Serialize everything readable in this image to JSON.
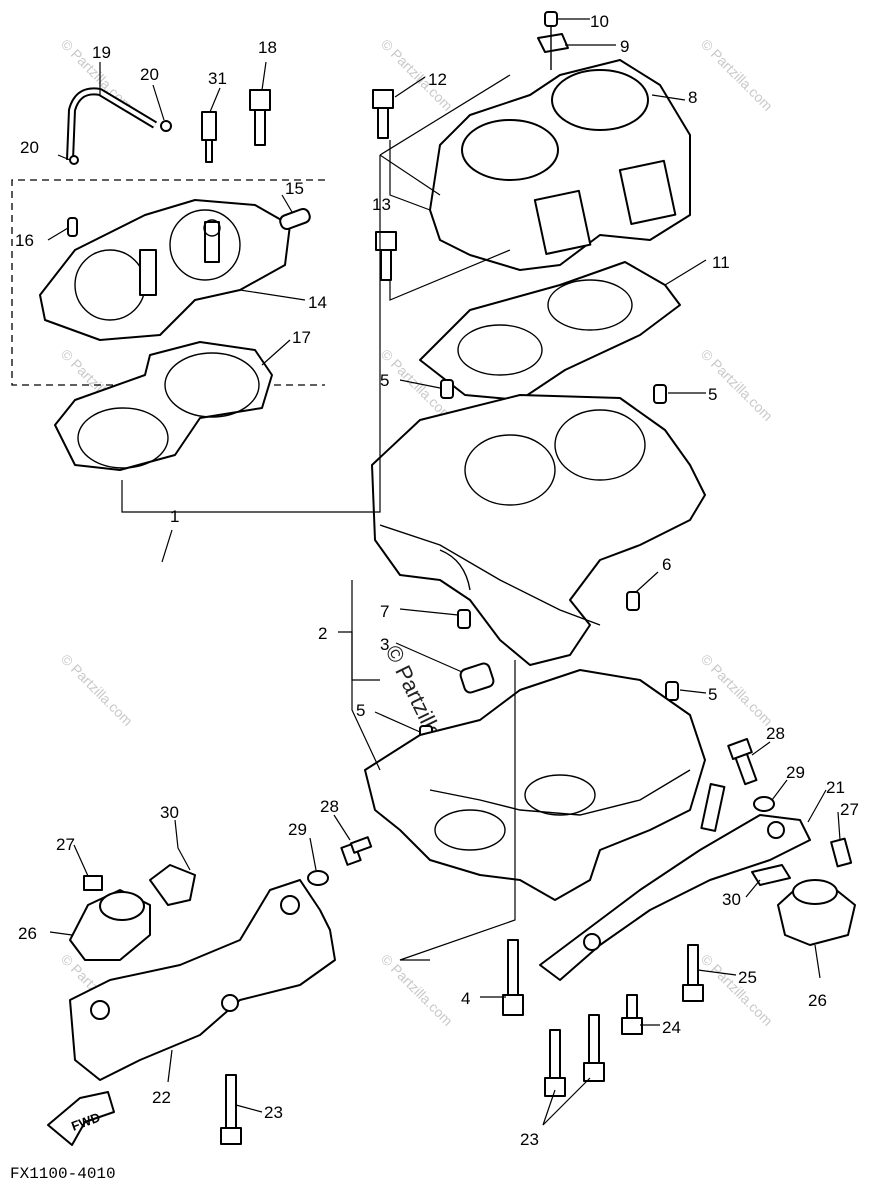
{
  "callouts": [
    "1",
    "2",
    "3",
    "4",
    "5",
    "6",
    "7",
    "8",
    "9",
    "10",
    "11",
    "12",
    "13",
    "14",
    "15",
    "16",
    "17",
    "18",
    "19",
    "20",
    "21",
    "22",
    "23",
    "24",
    "25",
    "26",
    "27",
    "28",
    "29",
    "30",
    "31"
  ],
  "diagram_code": "FX1100-4010",
  "fwd_label": "FWD",
  "watermark": "© Partzilla.com"
}
